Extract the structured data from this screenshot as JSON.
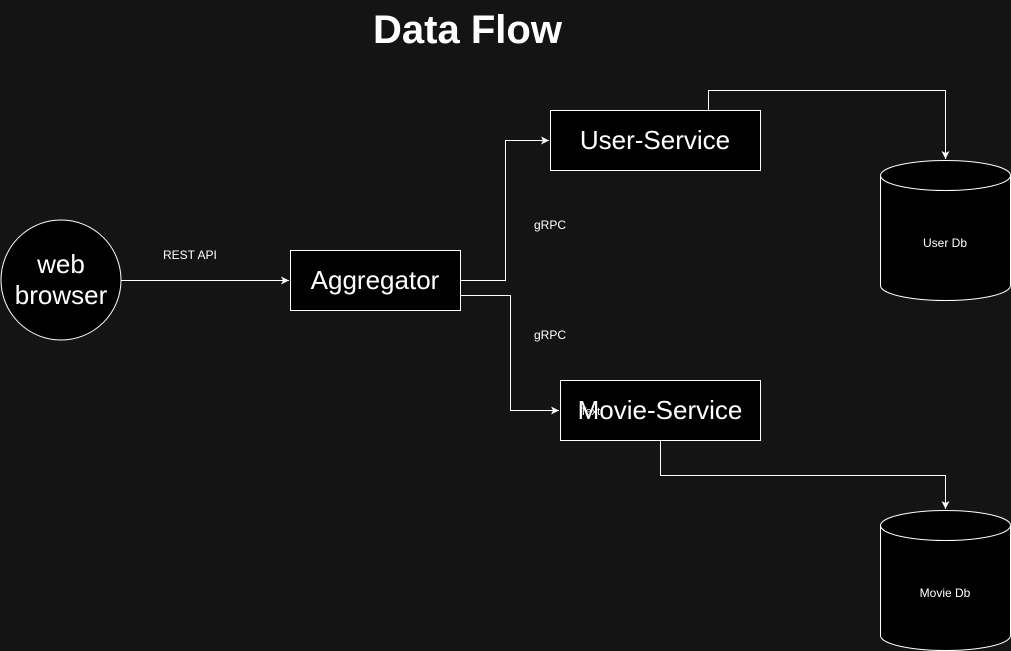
{
  "title": "Data Flow",
  "nodes": {
    "web_browser": "web browser",
    "aggregator": "Aggregator",
    "user_service": "User-Service",
    "movie_service": "Movie-Service",
    "user_db": "User Db",
    "movie_db": "Movie Db"
  },
  "edges": {
    "browser_to_aggregator": "REST API",
    "aggregator_to_user_service": "gRPC",
    "aggregator_to_movie_service": "gRPC",
    "movie_service_overlay": "Text"
  }
}
